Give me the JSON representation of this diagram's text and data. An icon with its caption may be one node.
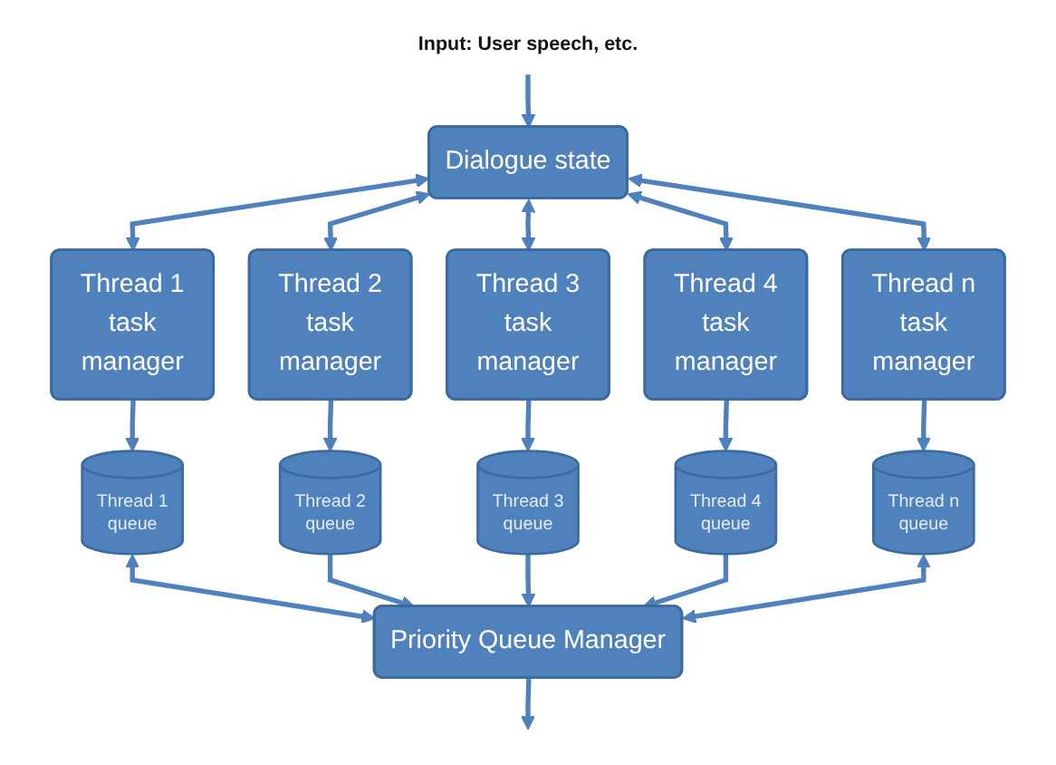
{
  "diagram": {
    "nodes": [
      {
        "text": [
          "Input: User speech, etc."
        ]
      },
      {
        "text": [
          "Dialogue state"
        ]
      },
      {
        "text": [
          "Thread 1 task manager"
        ]
      },
      {
        "text": [
          "Thread 2 task manager"
        ]
      },
      {
        "text": [
          "Thread 3 task manager"
        ]
      },
      {
        "text": [
          "Thread 4 task manager"
        ]
      },
      {
        "text": [
          "Thread n task manager"
        ]
      },
      {
        "text": [
          "Thread 1 queue"
        ]
      },
      {
        "text": [
          "Thread 2 queue"
        ]
      },
      {
        "text": [
          "Thread 3 queue"
        ]
      },
      {
        "text": [
          "Thread 4 queue"
        ]
      },
      {
        "text": [
          "Thread n queue"
        ]
      },
      {
        "text": [
          "Priority Queue Manager"
        ]
      }
    ],
    "edges": [
      {
        "from": 0,
        "to": 1,
        "arrow": "to"
      },
      {
        "from": 1,
        "to": 2,
        "arrow": "both"
      },
      {
        "from": 1,
        "to": 3,
        "arrow": "both"
      },
      {
        "from": 1,
        "to": 4,
        "arrow": "both"
      },
      {
        "from": 1,
        "to": 5,
        "arrow": "both"
      },
      {
        "from": 1,
        "to": 6,
        "arrow": "both"
      },
      {
        "from": 2,
        "to": 7,
        "arrow": "to"
      },
      {
        "from": 3,
        "to": 8,
        "arrow": "to"
      },
      {
        "from": 4,
        "to": 9,
        "arrow": "to"
      },
      {
        "from": 5,
        "to": 10,
        "arrow": "to"
      },
      {
        "from": 6,
        "to": 11,
        "arrow": "to"
      },
      {
        "from": 7,
        "to": 12,
        "arrow": "both"
      },
      {
        "from": 8,
        "to": 12,
        "arrow": "to"
      },
      {
        "from": 9,
        "to": 12,
        "arrow": "to"
      },
      {
        "from": 10,
        "to": 12,
        "arrow": "to"
      },
      {
        "from": 11,
        "to": 12,
        "arrow": "both"
      },
      {
        "from": 12,
        "to": null,
        "arrow": "to"
      }
    ]
  }
}
